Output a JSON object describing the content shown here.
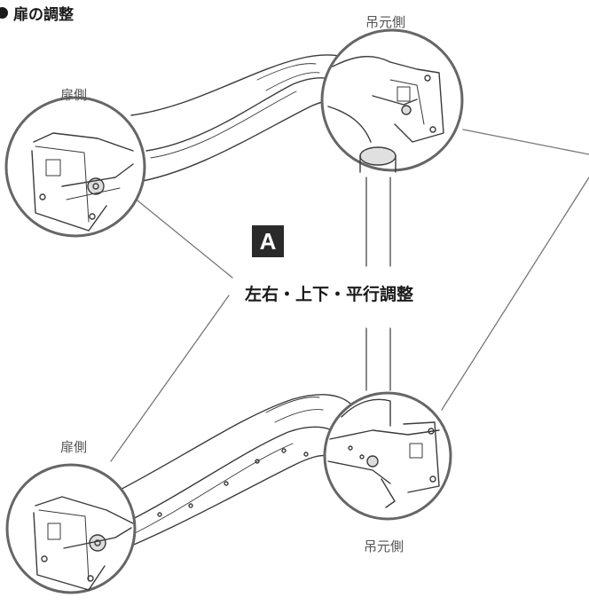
{
  "section": {
    "bullet_icon": "filled-circle",
    "title": "扉の調整"
  },
  "labels": {
    "hinge_side_top": "吊元側",
    "door_side_top": "扉側",
    "door_side_bottom": "扉側",
    "hinge_side_bottom": "吊元側"
  },
  "marker": {
    "letter": "A",
    "caption": "左右・上下・平行調整"
  },
  "colors": {
    "line": "#3a3a3a",
    "circle": "#666666",
    "badge_bg": "#2a2a2a",
    "label": "#555555"
  }
}
